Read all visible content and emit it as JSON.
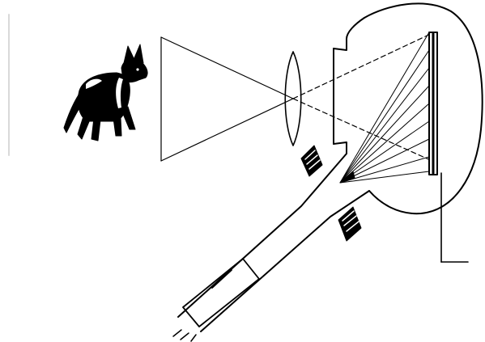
{
  "figure": {
    "elements": [
      "dog-icon",
      "object-light-cone",
      "convex-lens",
      "screen-target",
      "electron-gun-tube",
      "deflection-coil-upper",
      "deflection-coil-lower",
      "scanning-beam-fan",
      "signal-lead"
    ]
  },
  "colors": {
    "background": "#ffffff",
    "ink": "#000000",
    "left-edge-line": "#d9d9d9"
  }
}
